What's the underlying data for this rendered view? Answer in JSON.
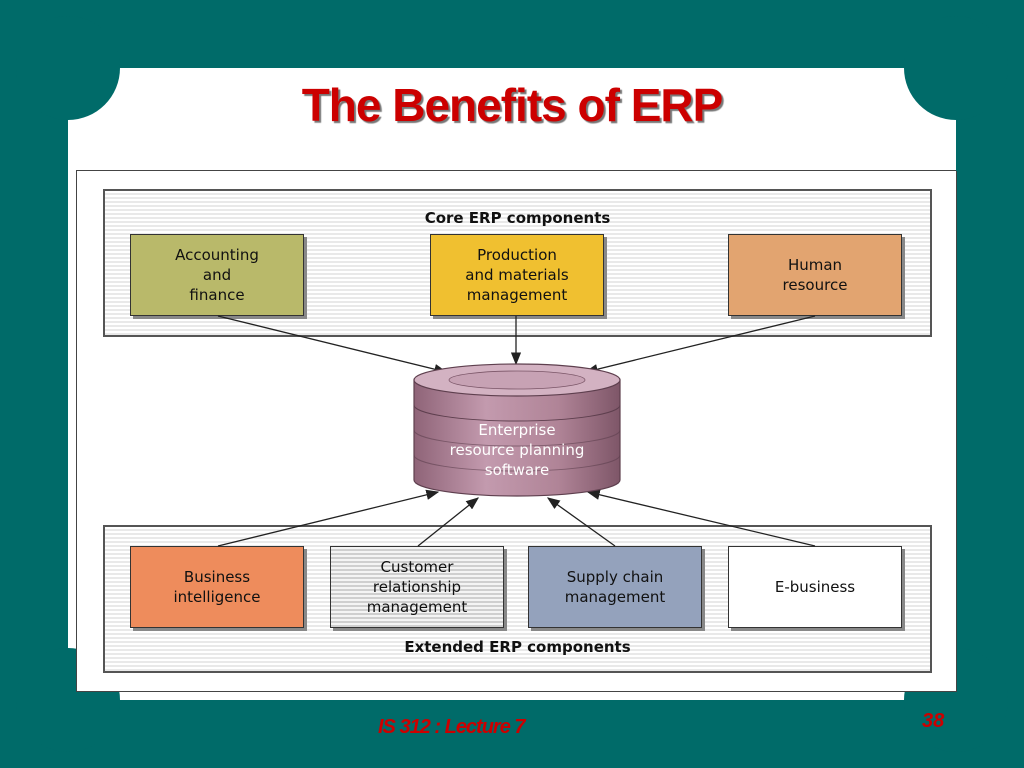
{
  "slide": {
    "title": "The Benefits of ERP",
    "footer": "IS 312 : Lecture 7",
    "page_number": "38"
  },
  "diagram": {
    "core_label": "Core ERP components",
    "extended_label": "Extended ERP components",
    "center": "Enterprise\nresource planning\nsoftware",
    "core": [
      {
        "label": "Accounting\nand\nfinance",
        "color": "#b9b96a"
      },
      {
        "label": "Production\nand materials\nmanagement",
        "color": "#f0c030"
      },
      {
        "label": "Human\nresource",
        "color": "#e2a470"
      }
    ],
    "extended": [
      {
        "label": "Business\nintelligence",
        "color": "#ee8c5c"
      },
      {
        "label": "Customer\nrelationship\nmanagement",
        "color": "#d8d8d8"
      },
      {
        "label": "Supply chain\nmanagement",
        "color": "#94a2bc"
      },
      {
        "label": "E-business",
        "color": "#ffffff"
      }
    ],
    "colors": {
      "background": "#006b69",
      "title": "#cc0000",
      "database": "#b58a9d"
    }
  }
}
